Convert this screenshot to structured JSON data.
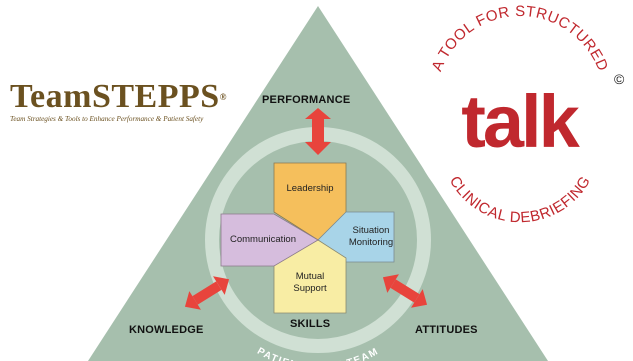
{
  "teamstepps_logo": {
    "title": "TeamSTEPPS",
    "trademark": "®",
    "subtitle": "Team Strategies & Tools to Enhance Performance & Patient Safety",
    "color": "#6b5120"
  },
  "diagram": {
    "outcomes": {
      "top": "PERFORMANCE",
      "left": "KNOWLEDGE",
      "right": "ATTITUDES"
    },
    "center_label": "SKILLS",
    "ring_label": "PATIENT CARE TEAM",
    "skills": [
      {
        "label": "Leadership",
        "color": "#f5bf5c"
      },
      {
        "label": "Situation\nMonitoring",
        "color": "#a8d4e8"
      },
      {
        "label": "Mutual\nSupport",
        "color": "#f8eda4"
      },
      {
        "label": "Communication",
        "color": "#d6bddd"
      }
    ],
    "triangle_color": "#a6bfad",
    "ring_color": "#d0e0d4",
    "arrow_color": "#e8443c"
  },
  "talk_logo": {
    "word": "talk",
    "copyright": "©",
    "top_arc": "A TOOL FOR STRUCTURED",
    "bottom_arc": "CLINICAL DEBRIEFING",
    "color": "#c0282e"
  }
}
